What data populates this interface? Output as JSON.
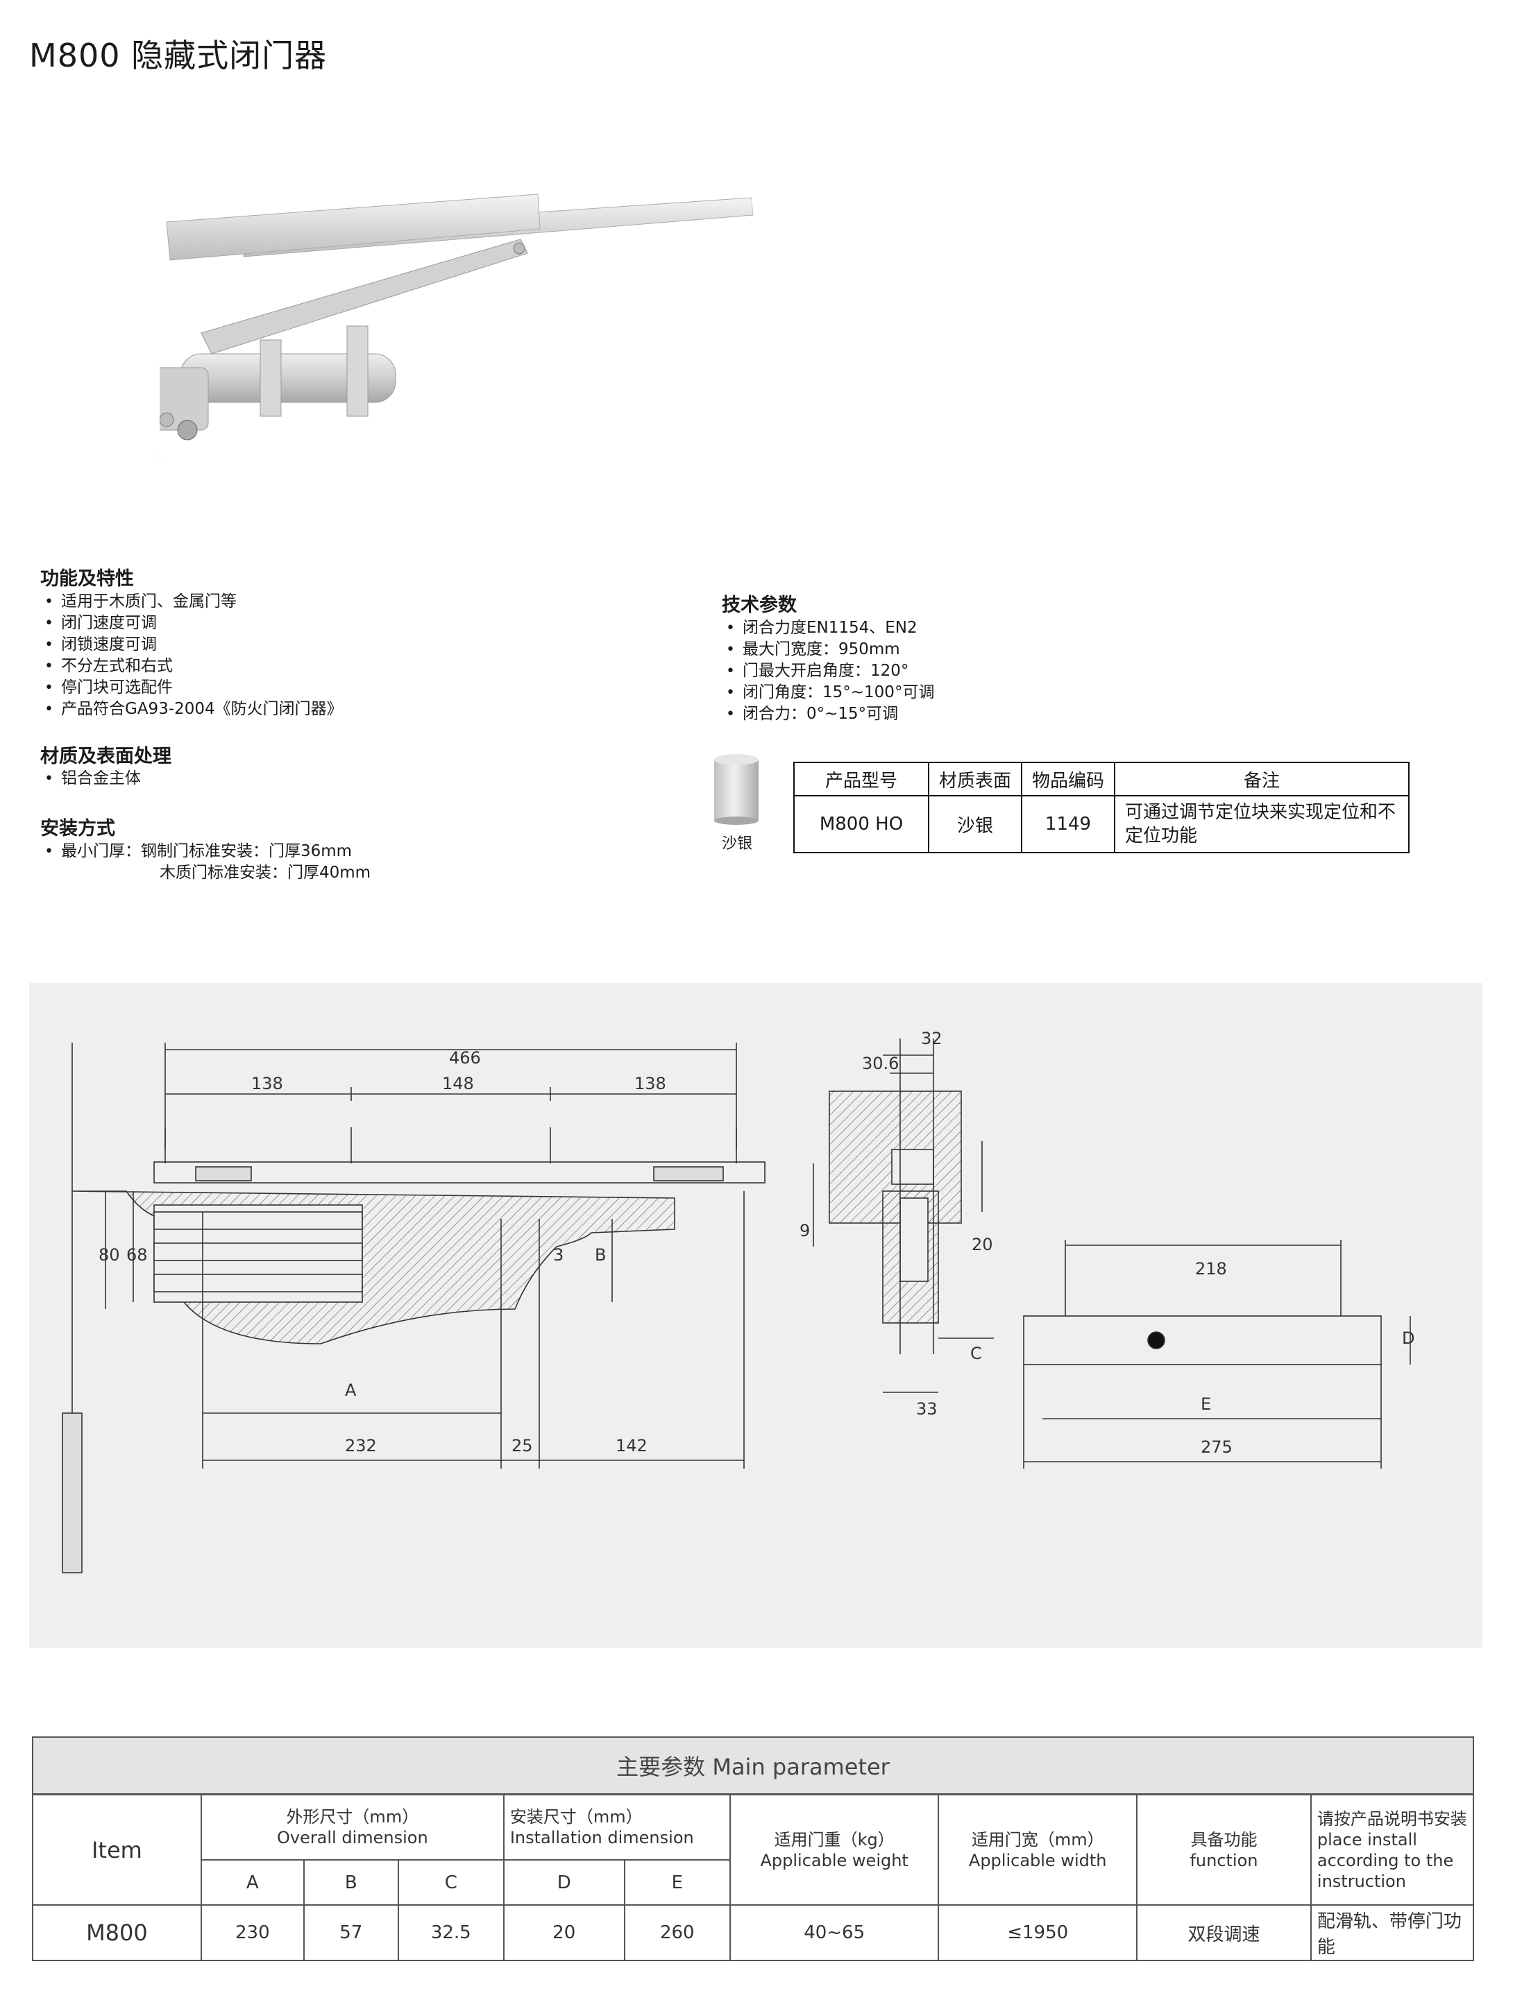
{
  "page_title": "M800 隐藏式闭门器",
  "features": {
    "heading": "功能及特性",
    "items": [
      "适用于木质门、金属门等",
      "闭门速度可调",
      "闭锁速度可调",
      "不分左式和右式",
      "停门块可选配件",
      "产品符合GA93-2004《防火门闭门器》"
    ]
  },
  "material": {
    "heading": "材质及表面处理",
    "items": [
      "铝合金主体"
    ]
  },
  "install": {
    "heading": "安装方式",
    "line1": "最小门厚：钢制门标准安装：门厚36mm",
    "line2": "木质门标准安装：门厚40mm"
  },
  "tech": {
    "heading": "技术参数",
    "items": [
      "闭合力度EN1154、EN2",
      "最大门宽度：950mm",
      "门最大开启角度：120°",
      "闭门角度：15°~100°可调",
      "闭合力：0°~15°可调"
    ]
  },
  "finish_swatch": {
    "label": "沙银",
    "color": "#cfd0d2"
  },
  "spec_table": {
    "headers": [
      "产品型号",
      "材质表面",
      "物品编码",
      "备注"
    ],
    "row": [
      "M800 HO",
      "沙银",
      "1149",
      "可通过调节定位块来实现定位和不定位功能"
    ]
  },
  "drawing": {
    "dims": [
      "466",
      "138",
      "148",
      "138",
      "80",
      "68",
      "3",
      "B",
      "A",
      "232",
      "25",
      "142",
      "9",
      "32",
      "30.6",
      "20",
      "C",
      "33",
      "218",
      "D",
      "E",
      "275"
    ]
  },
  "main_table": {
    "caption": "主要参数 Main parameter",
    "item_label": "Item",
    "overall_cn": "外形尺寸（mm）",
    "overall_en": "Overall dimension",
    "install_cn": "安装尺寸（mm）",
    "install_en": "Installation dimension",
    "weight_cn": "适用门重（kg）",
    "weight_en": "Applicable weight",
    "width_cn": "适用门宽（mm）",
    "width_en": "Applicable width",
    "function_cn": "具备功能",
    "function_en": "function",
    "note_cn": "请按产品说明书安装",
    "note_en": "place install according to the instruction",
    "cols": [
      "A",
      "B",
      "C",
      "D",
      "E"
    ],
    "row": {
      "item": "M800",
      "A": "230",
      "B": "57",
      "C": "32.5",
      "D": "20",
      "E": "260",
      "weight": "40~65",
      "width": "≤1950",
      "function": "双段调速",
      "note": "配滑轨、带停门功能"
    }
  }
}
